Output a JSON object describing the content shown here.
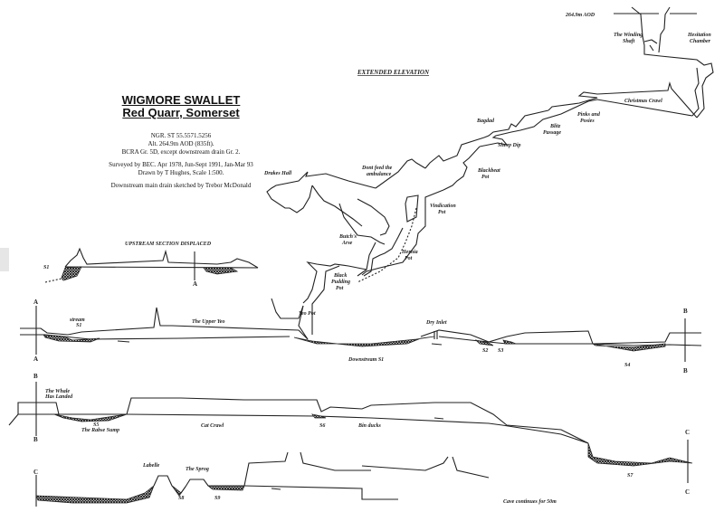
{
  "header": {
    "title": "WIGMORE SWALLET",
    "subtitle": "Red Quarr,   Somerset",
    "elevation_type": "EXTENDED ELEVATION"
  },
  "info": {
    "ngr": "NGR. ST 55.5571.5256",
    "altitude": "Alt. 264.9m AOD (835ft).",
    "grade": "BCRA Gr. 5D, except downstream drain Gr. 2.",
    "surveyed": "Surveyed by BEC. Apr 1978, Jun-Sept 1991, Jan-Mar 93",
    "drawn": "Drawn by T Hughes, Scale 1:500.",
    "sketched": "Downstream main drain sketched by Trebor McDonald"
  },
  "labels": {
    "aod": "264.9m AOD",
    "winding_shaft_1": "The Winding",
    "winding_shaft_2": "Shaft",
    "hesitation_1": "Hesitation",
    "hesitation_2": "Chamber",
    "christmas_crawl": "Christmas Crawl",
    "pinks_1": "Pinks and",
    "pinks_2": "Posies",
    "bagdad": "Bagdad",
    "blitz_1": "Blitz",
    "blitz_2": "Passage",
    "sheep_dip": "Sheep Dip",
    "blackbeat_1": "Blackbeat",
    "blackbeat_2": "Pot",
    "dont_feed_1": "Dont feed the",
    "dont_feed_2": "ambulance",
    "drakes_hall": "Drakes Hall",
    "vindication_1": "Vindication",
    "vindication_2": "Pot",
    "butchs_1": "Butch's",
    "butchs_2": "Arse",
    "hernia_1": "Hernia",
    "hernia_2": "Pot",
    "black_pudding_1": "Black",
    "black_pudding_2": "Pudding",
    "black_pudding_3": "Pot",
    "yeo_pot": "Yeo Pot",
    "dry_inlet": "Dry Inlet",
    "upstream_displaced": "UPSTREAM SECTION DISPLACED",
    "s1_upper": "S1",
    "upstream_s1_1": "stream",
    "upstream_s1_2": "S1",
    "upper_yeo": "The Upper Yeo",
    "downstream_s1": "Downstream S1",
    "s2": "S2",
    "s3": "S3",
    "s4": "S4",
    "whale_1": "The Whale",
    "whale_2": "Has Landed",
    "s5": "S5",
    "rabse_sump": "The Rabse Sump",
    "cat_crawl": "Cat Crawl",
    "s6": "S6",
    "bin_ducks": "Bin ducks",
    "s7": "S7",
    "labelle": "Labelle",
    "sprog": "The Sprog",
    "s8": "S8",
    "s9": "S9",
    "cave_continues": "Cave continues for 50m"
  },
  "section_markers": {
    "a": "A",
    "b": "B",
    "c": "C"
  }
}
